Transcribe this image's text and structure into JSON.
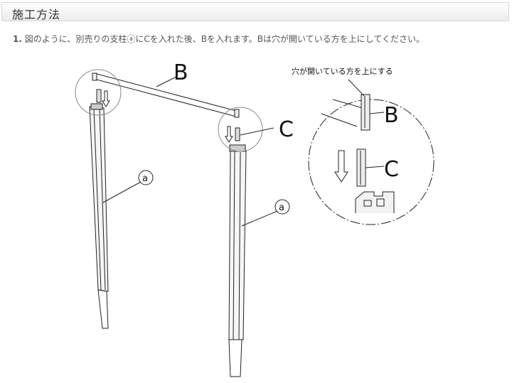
{
  "header": {
    "title": "施工方法"
  },
  "step": {
    "number": "1.",
    "text": "図のように、別売りの支柱ⓐにCを入れた後、Bを入れます。Bは穴が開いている方を上にしてください。"
  },
  "diagram": {
    "label_b": "B",
    "label_c": "C",
    "label_a1": "a",
    "label_a2": "a",
    "detail_note": "穴が開いている方を上にする",
    "detail_b": "B",
    "detail_c": "C"
  }
}
